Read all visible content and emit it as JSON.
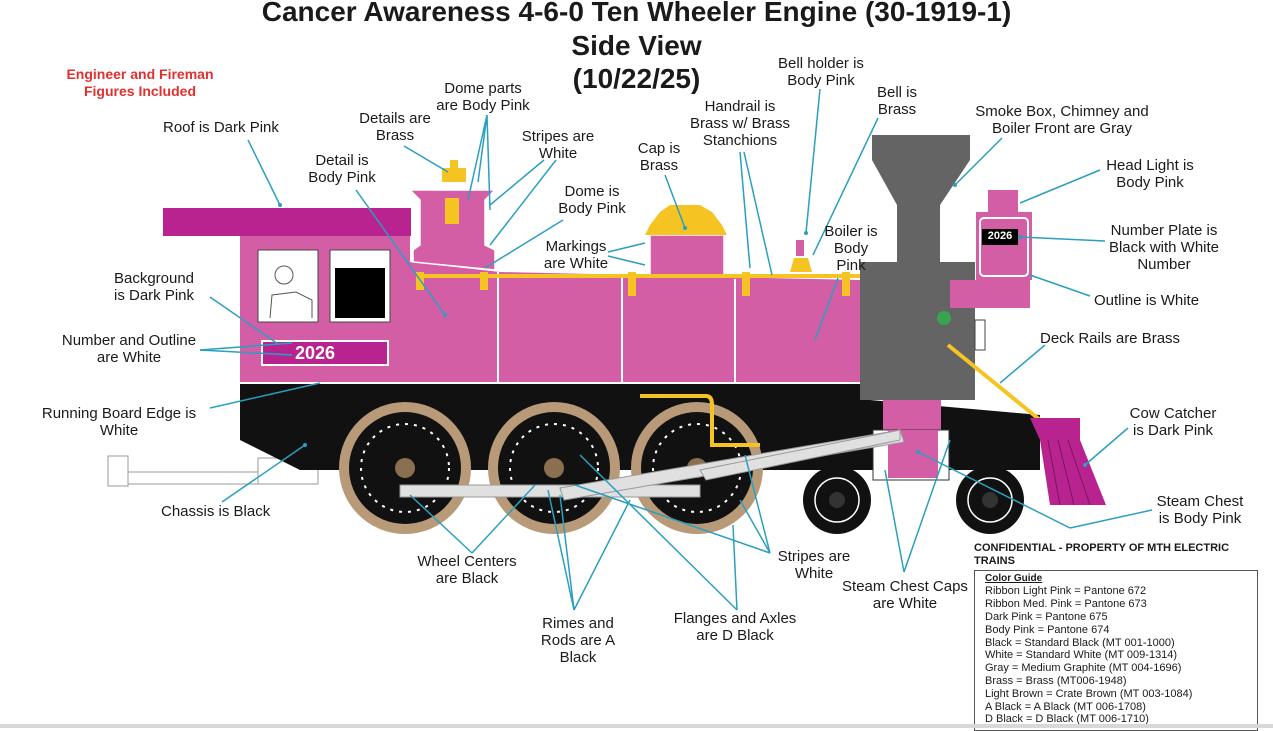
{
  "title": {
    "line1": "Cancer Awareness 4-6-0 Ten Wheeler Engine (30-1919-1)",
    "line2": "Side View",
    "line3": "(10/22/25)"
  },
  "note": "Engineer and Fireman Figures Included",
  "number_plate": "2026",
  "cab_number": "2026",
  "labels": {
    "roof": "Roof is Dark Pink",
    "detail": "Detail is Body Pink",
    "details_brass": "Details are Brass",
    "dome_parts": "Dome parts are Body Pink",
    "stripes_top": "Stripes are White",
    "dome": "Dome is Body Pink",
    "cap": "Cap is Brass",
    "markings": "Markings are White",
    "handrail": "Handrail is Brass w/ Brass Stanchions",
    "bell_holder": "Bell holder is Body Pink",
    "bell": "Bell is Brass",
    "boiler": "Boiler is Body Pink",
    "smoke_box": "Smoke Box, Chimney and Boiler Front are Gray",
    "head_light": "Head Light is Body Pink",
    "number_plate": "Number Plate is Black with White Number",
    "outline": "Outline is White",
    "deck_rails": "Deck Rails are Brass",
    "cow_catcher": "Cow Catcher is Dark Pink",
    "steam_chest": "Steam Chest is Body Pink",
    "steam_chest_caps": "Steam Chest Caps are White",
    "stripes_bottom": "Stripes are White",
    "flanges": "Flanges and Axles are D Black",
    "rimes": "Rimes and Rods are A Black",
    "wheel_centers": "Wheel Centers are Black",
    "chassis": "Chassis is Black",
    "running_board": "Running Board Edge is White",
    "number_outline": "Number and Outline are White",
    "background": "Background is Dark Pink"
  },
  "color_guide": {
    "confidential": "CONFIDENTIAL - PROPERTY OF MTH ELECTRIC TRAINS",
    "heading": "Color Guide",
    "entries": [
      "Ribbon Light Pink = Pantone 672",
      "Ribbon Med. Pink = Pantone 673",
      "Dark Pink = Pantone 675",
      "Body Pink = Pantone 674",
      "Black = Standard Black (MT 001-1000)",
      "White = Standard White (MT 009-1314)",
      "Gray = Medium Graphite (MT 004-1696)",
      "Brass = Brass (MT006-1948)",
      "Light Brown = Crate Brown (MT 003-1084)",
      "A Black = A Black (MT 006-1708)",
      "D Black = D Black (MT 006-1710)"
    ]
  },
  "colors": {
    "body_pink": "#d45ea6",
    "dark_pink": "#b8238f",
    "gray": "#646464",
    "brass": "#f5c423",
    "black": "#111111",
    "leader": "#2a9fc0",
    "light_brown": "#b89a78"
  }
}
